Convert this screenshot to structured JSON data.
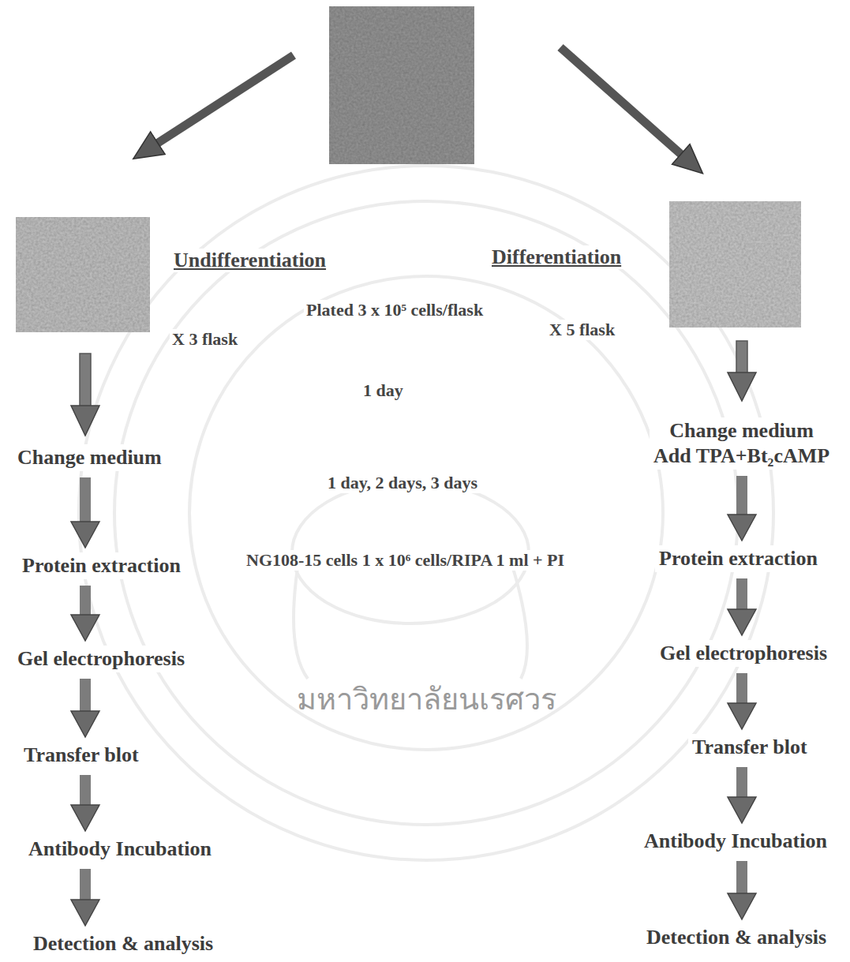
{
  "diagram": {
    "nodes": [
      {
        "text": [
          "Change medium"
        ]
      },
      {
        "text": [
          "Protein extraction"
        ]
      },
      {
        "text": [
          "Gel electrophoresis"
        ]
      },
      {
        "text": [
          "Transfer blot"
        ]
      },
      {
        "text": [
          "Antibody Incubation"
        ]
      },
      {
        "text": [
          "Detection & analysis"
        ]
      },
      {
        "text": [
          "Change medium",
          "Add TPA+Bt₂cAMP"
        ]
      },
      {
        "text": [
          "Protein extraction"
        ]
      },
      {
        "text": [
          "Gel electrophoresis"
        ]
      },
      {
        "text": [
          "Transfer blot"
        ]
      },
      {
        "text": [
          "Antibody Incubation"
        ]
      },
      {
        "text": [
          "Detection & analysis"
        ]
      }
    ],
    "edges": [
      {
        "from": 0,
        "to": 1,
        "arrow": "to"
      },
      {
        "from": 1,
        "to": 2,
        "arrow": "to"
      },
      {
        "from": 2,
        "to": 3,
        "arrow": "to"
      },
      {
        "from": 3,
        "to": 4,
        "arrow": "to"
      },
      {
        "from": 4,
        "to": 5,
        "arrow": "to"
      },
      {
        "from": 6,
        "to": 7,
        "arrow": "to"
      },
      {
        "from": 7,
        "to": 8,
        "arrow": "to"
      },
      {
        "from": 8,
        "to": 9,
        "arrow": "to"
      },
      {
        "from": 9,
        "to": 10,
        "arrow": "to"
      },
      {
        "from": 10,
        "to": 11,
        "arrow": "to"
      }
    ],
    "labels": [
      "Undifferentiation",
      "Differentiation",
      "Plated 3 x 10⁵ cells/flask",
      "X 3 flask",
      "X 5 flask",
      "1 day",
      "1 day, 2 days, 3 days",
      "NG108-15 cells 1 x 10⁶ cells/RIPA 1 ml + PI",
      "มหาวิทยาลัยนเรศวร"
    ]
  }
}
